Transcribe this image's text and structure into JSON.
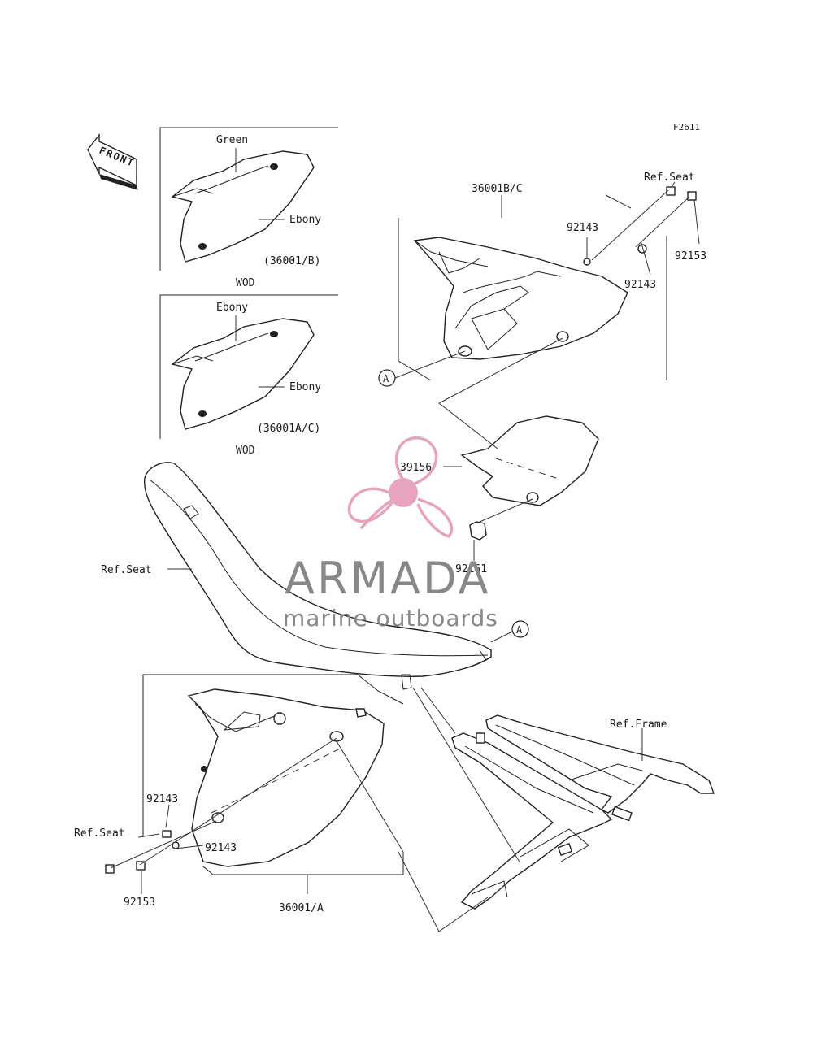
{
  "figure_code": "F2611",
  "front_label": "FRONT",
  "labels": {
    "green": "Green",
    "ebony_top": "Ebony",
    "ebony_mid": "Ebony",
    "ebony_mid_top": "Ebony",
    "ebony_mid_bottom": "Ebony",
    "part_36001_b": "(36001/B)",
    "wod_1": "WOD",
    "part_36001_ac": "(36001A/C)",
    "wod_2": "WOD",
    "part_36001_bc": "36001B/C",
    "ref_seat_top": "Ref.Seat",
    "p92143_a": "92143",
    "p92143_b": "92143",
    "p92153_a": "92153",
    "callout_a_top": "A",
    "p39156": "39156",
    "p92161": "92161",
    "ref_seat_mid": "Ref.Seat",
    "callout_a_mid": "A",
    "ref_frame": "Ref.Frame",
    "p92143_c": "92143",
    "ref_seat_bottom": "Ref.Seat",
    "p92143_d": "92143",
    "p92153_b": "92153",
    "part_36001_a": "36001/A"
  },
  "watermark": {
    "name": "ARMADA",
    "tagline": "marine outboards",
    "color": "#e7a3c0"
  }
}
